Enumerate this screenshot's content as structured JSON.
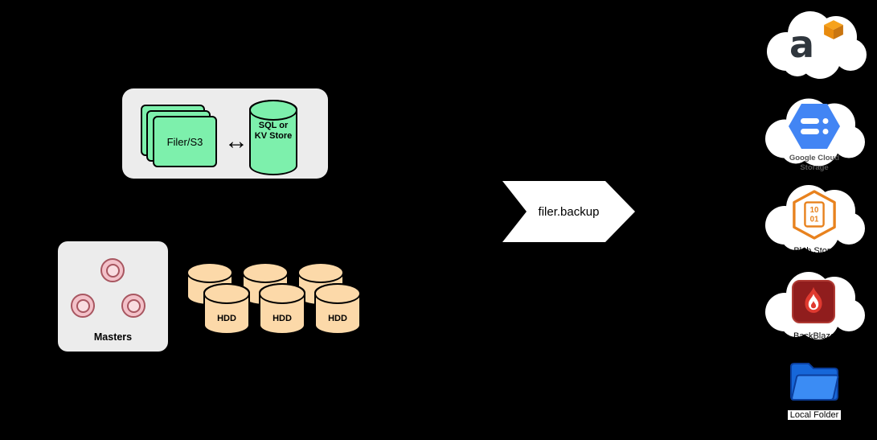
{
  "colors": {
    "background": "#000000",
    "group_box_gray": "#ececec",
    "filer_green": "#7df0ac",
    "hdd_peach": "#fcd9a9",
    "master_pink": "#f3c1c9",
    "gcs_blue": "#4285f4",
    "blob_orange": "#e8821e",
    "backblaze_red": "#901d1d",
    "folder_blue": "#3b8cf4",
    "backup_arrow_white": "#ffffff"
  },
  "filer_group": {
    "filer_label": "Filer/S3",
    "link_arrow": "↔",
    "store_label": "SQL or KV Store"
  },
  "masters_group": {
    "label": "Masters"
  },
  "volume_group": {
    "hdd_labels": [
      "HDD",
      "HDD",
      "HDD"
    ]
  },
  "backup_flow": {
    "label": "filer.backup"
  },
  "destinations": {
    "aws_s3": {
      "letter": "a"
    },
    "google_cloud": {
      "label_line1": "Google Cloud",
      "label_line2": "Storage"
    },
    "blob_store": {
      "label": "Blob Store",
      "digits_row1": "10",
      "digits_row2": "01"
    },
    "backblaze": {
      "label": "BackBlaze"
    },
    "local_folder": {
      "label": "Local Folder"
    }
  }
}
